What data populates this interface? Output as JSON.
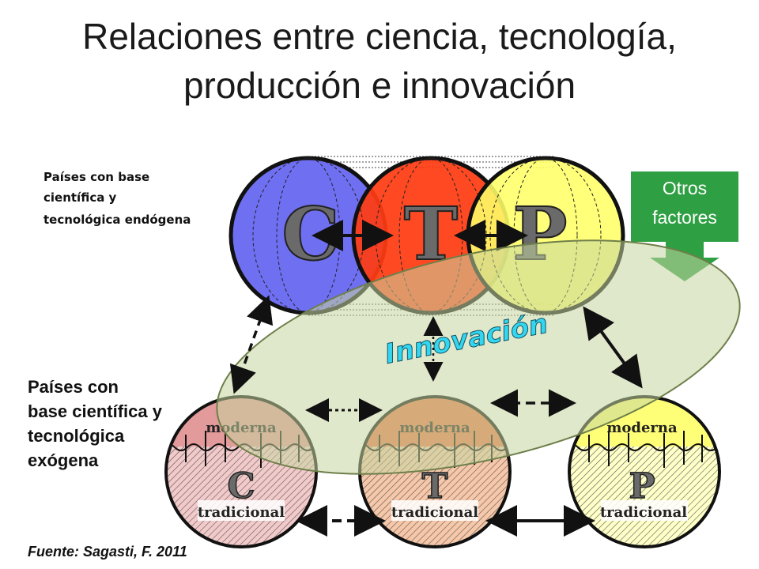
{
  "title": {
    "line1": "Relaciones entre ciencia, tecnología,",
    "line2": "producción e innovación"
  },
  "upper_group": {
    "label_lines": [
      "Países con base",
      "científica y",
      "tecnológica endógena"
    ],
    "circles": [
      {
        "letter": "C",
        "color": "#6f6ff2"
      },
      {
        "letter": "T",
        "color": "#ff3b12"
      },
      {
        "letter": "P",
        "color": "#ffff66"
      }
    ]
  },
  "lower_group": {
    "label_lines": [
      "Países con",
      "base científica y",
      "tecnológica",
      "exógena"
    ],
    "circles": [
      {
        "letter": "C",
        "top_label": "moderna",
        "bottom_label": "tradicional",
        "color": "#e39a9a"
      },
      {
        "letter": "T",
        "top_label": "moderna",
        "bottom_label": "tradicional",
        "color": "#e8784a"
      },
      {
        "letter": "P",
        "top_label": "moderna",
        "bottom_label": "tradicional",
        "color": "#ffff77"
      }
    ]
  },
  "innovation_label": "Innovación",
  "other_factors": {
    "lines": [
      "Otros",
      "factores"
    ],
    "color": "#2ea043"
  },
  "source": "Fuente: Sagasti, F. 2011"
}
